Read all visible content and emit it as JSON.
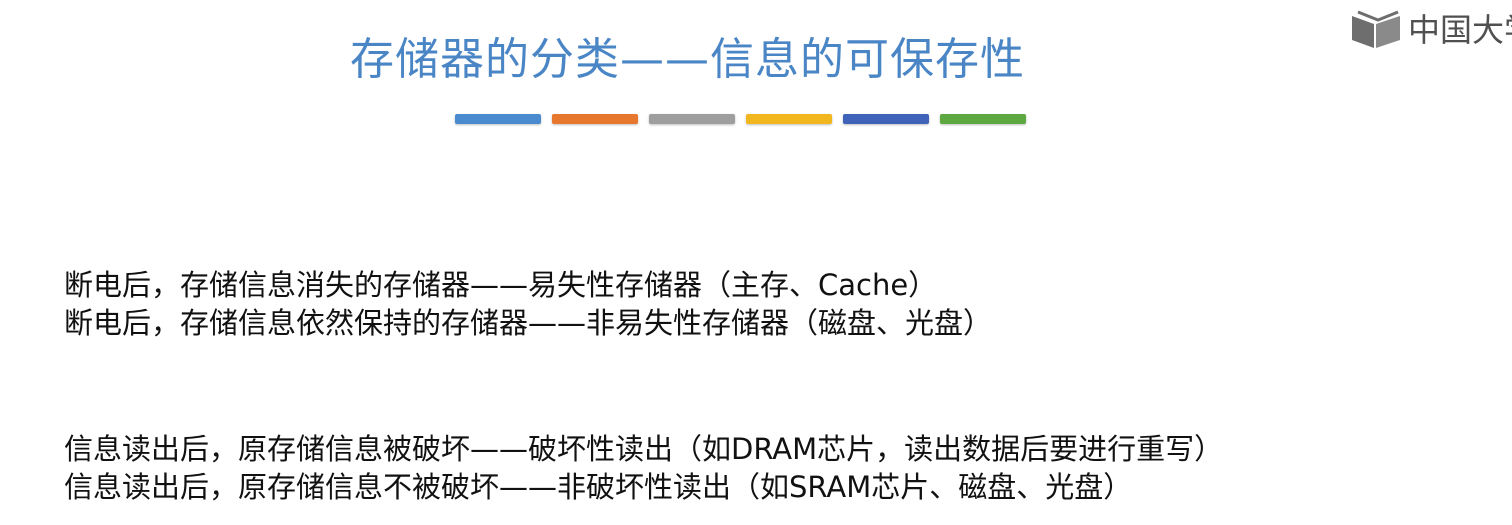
{
  "title": "存储器的分类——信息的可保存性",
  "watermark": {
    "text": "中国大学",
    "icon": "book-logo-icon"
  },
  "color_bars": [
    "#4a8bd0",
    "#e8772e",
    "#9e9e9e",
    "#f2b61f",
    "#3e63b8",
    "#5ea842"
  ],
  "volatility": {
    "line1": "断电后，存储信息消失的存储器——易失性存储器（主存、Cache）",
    "line2": "断电后，存储信息依然保持的存储器——非易失性存储器（磁盘、光盘）"
  },
  "read_destruction": {
    "line1": "信息读出后，原存储信息被破坏——破坏性读出（如DRAM芯片，读出数据后要进行重写）",
    "line2": "信息读出后，原存储信息不被破坏——非破坏性读出（如SRAM芯片、磁盘、光盘）"
  }
}
